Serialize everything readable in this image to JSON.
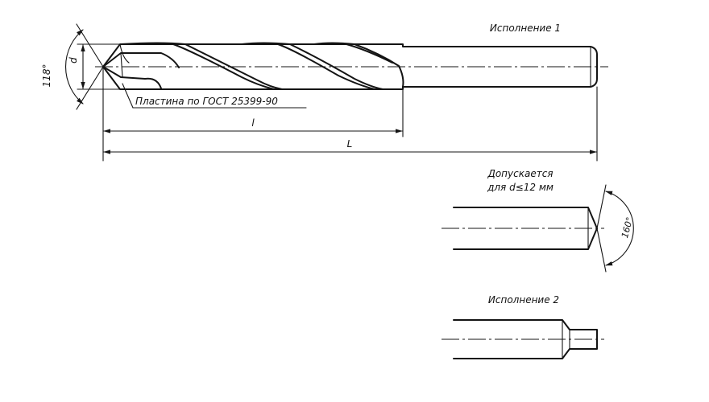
{
  "labels": {
    "variant_1": "Исполнение 1",
    "variant_2": "Исполнение 2",
    "plate_note": "Пластина по ГОСТ 25399-90",
    "allowed_line1": "Допускается",
    "allowed_line2": "для d≤12 мм",
    "angle_tip": "118°",
    "angle_shank": "160°",
    "dim_d": "d",
    "dim_l": "l",
    "dim_L": "L"
  }
}
